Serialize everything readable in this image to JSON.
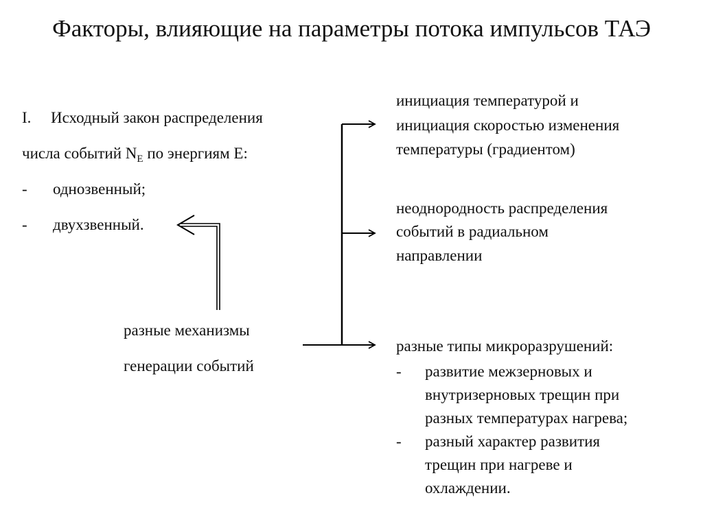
{
  "title": "Факторы, влияющие на параметры потока импульсов ТАЭ",
  "left": {
    "heading_num": "I.",
    "heading_line1": "Исходный закон распределения",
    "heading_line2_pre": "числа событий N",
    "heading_line2_sub": "E",
    "heading_line2_post": " по энергиям Е:",
    "items": [
      {
        "dash": "-",
        "text": "однозвенный;"
      },
      {
        "dash": "-",
        "text": "двухзвенный."
      }
    ]
  },
  "center": {
    "line1": "разные механизмы",
    "line2": "генерации событий"
  },
  "right": {
    "block1": [
      "инициация температурой и",
      "инициация скоростью изменения",
      "температуры (градиентом)"
    ],
    "block2": [
      "неоднородность распределения",
      "событий в радиальном",
      "направлении"
    ],
    "block3_title": "разные типы микроразрушений:",
    "block3_items": [
      {
        "dash": "-",
        "lines": [
          "развитие межзерновых и",
          "внутризерновых трещин при",
          "разных температурах нагрева;"
        ]
      },
      {
        "dash": "-",
        "lines": [
          "разный характер развития",
          "трещин при нагреве и",
          "охлаждении."
        ]
      }
    ]
  },
  "colors": {
    "text": "#111111",
    "lines": "#000000",
    "background": "#ffffff"
  }
}
